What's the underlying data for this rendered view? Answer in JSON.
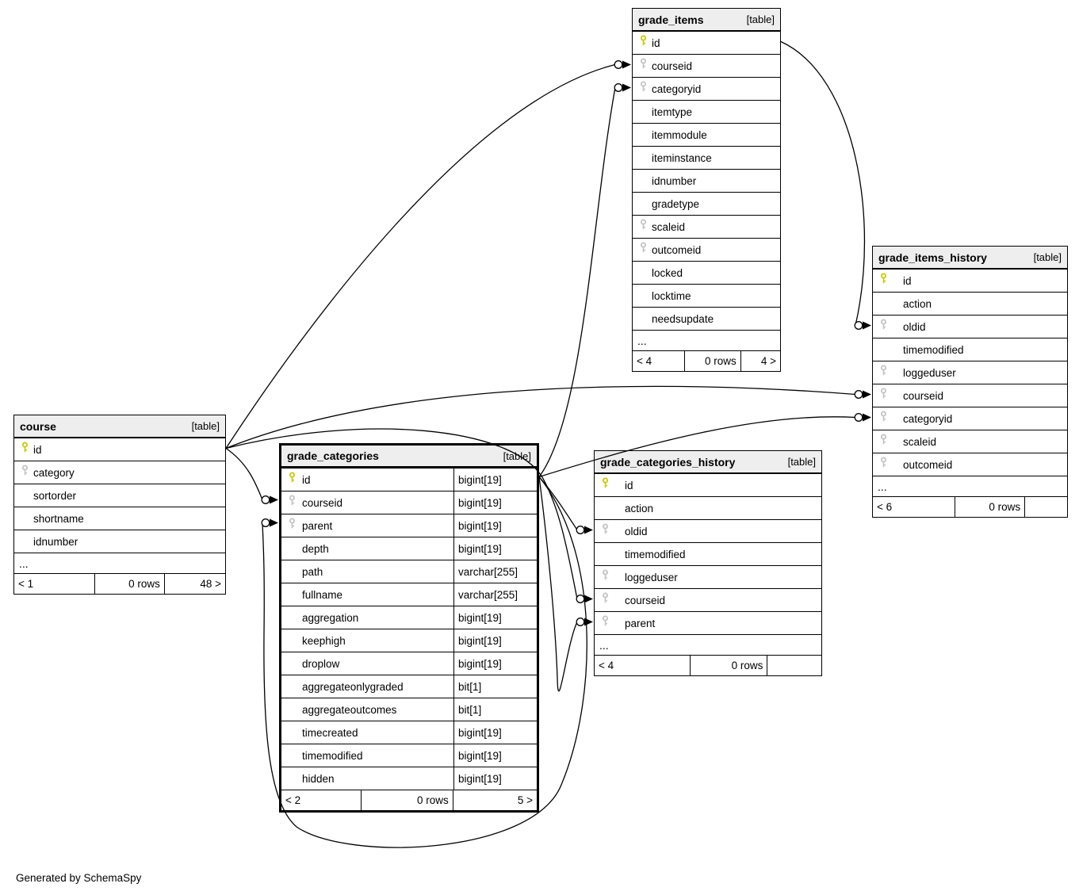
{
  "page": {
    "credit": "Generated by SchemaSpy"
  },
  "colors": {
    "primary_key": "#c8c800",
    "foreign_key": "#c3c3c3",
    "header_bg": "#eeeeee",
    "line": "#000000",
    "table_bg": "#ffffff"
  },
  "tables": [
    {
      "id": "grade_items",
      "title": "grade_items",
      "badge": "[table]",
      "emphasized": false,
      "ellipsis": "...",
      "columns": [
        {
          "name": "id",
          "key": "primary"
        },
        {
          "name": "courseid",
          "key": "foreign"
        },
        {
          "name": "categoryid",
          "key": "foreign"
        },
        {
          "name": "itemtype",
          "key": "none"
        },
        {
          "name": "itemmodule",
          "key": "none"
        },
        {
          "name": "iteminstance",
          "key": "none"
        },
        {
          "name": "idnumber",
          "key": "none"
        },
        {
          "name": "gradetype",
          "key": "none"
        },
        {
          "name": "scaleid",
          "key": "foreign"
        },
        {
          "name": "outcomeid",
          "key": "foreign"
        },
        {
          "name": "locked",
          "key": "none"
        },
        {
          "name": "locktime",
          "key": "none"
        },
        {
          "name": "needsupdate",
          "key": "none"
        }
      ],
      "pager": {
        "prev": "< 4",
        "rows": "0 rows",
        "next": "4 >"
      }
    },
    {
      "id": "grade_items_history",
      "title": "grade_items_history",
      "badge": "[table]",
      "emphasized": false,
      "ellipsis": "...",
      "columns": [
        {
          "name": "id",
          "key": "primary"
        },
        {
          "name": "action",
          "key": "none"
        },
        {
          "name": "oldid",
          "key": "foreign"
        },
        {
          "name": "timemodified",
          "key": "none"
        },
        {
          "name": "loggeduser",
          "key": "foreign"
        },
        {
          "name": "courseid",
          "key": "foreign"
        },
        {
          "name": "categoryid",
          "key": "foreign"
        },
        {
          "name": "scaleid",
          "key": "foreign"
        },
        {
          "name": "outcomeid",
          "key": "foreign"
        }
      ],
      "pager": {
        "prev": "< 6",
        "rows": "0 rows",
        "next": ""
      }
    },
    {
      "id": "course",
      "title": "course",
      "badge": "[table]",
      "emphasized": false,
      "ellipsis": "...",
      "columns": [
        {
          "name": "id",
          "key": "primary"
        },
        {
          "name": "category",
          "key": "foreign"
        },
        {
          "name": "sortorder",
          "key": "none"
        },
        {
          "name": "shortname",
          "key": "none"
        },
        {
          "name": "idnumber",
          "key": "none"
        }
      ],
      "pager": {
        "prev": "< 1",
        "rows": "0 rows",
        "next": "48 >"
      }
    },
    {
      "id": "grade_categories",
      "title": "grade_categories",
      "badge": "[table]",
      "emphasized": true,
      "ellipsis": null,
      "columns": [
        {
          "name": "id",
          "type": "bigint[19]",
          "key": "primary"
        },
        {
          "name": "courseid",
          "type": "bigint[19]",
          "key": "foreign"
        },
        {
          "name": "parent",
          "type": "bigint[19]",
          "key": "foreign"
        },
        {
          "name": "depth",
          "type": "bigint[19]",
          "key": "none"
        },
        {
          "name": "path",
          "type": "varchar[255]",
          "key": "none"
        },
        {
          "name": "fullname",
          "type": "varchar[255]",
          "key": "none"
        },
        {
          "name": "aggregation",
          "type": "bigint[19]",
          "key": "none"
        },
        {
          "name": "keephigh",
          "type": "bigint[19]",
          "key": "none"
        },
        {
          "name": "droplow",
          "type": "bigint[19]",
          "key": "none"
        },
        {
          "name": "aggregateonlygraded",
          "type": "bit[1]",
          "key": "none"
        },
        {
          "name": "aggregateoutcomes",
          "type": "bit[1]",
          "key": "none"
        },
        {
          "name": "timecreated",
          "type": "bigint[19]",
          "key": "none"
        },
        {
          "name": "timemodified",
          "type": "bigint[19]",
          "key": "none"
        },
        {
          "name": "hidden",
          "type": "bigint[19]",
          "key": "none"
        }
      ],
      "pager": {
        "prev": "< 2",
        "rows": "0 rows",
        "next": "5 >"
      }
    },
    {
      "id": "grade_categories_history",
      "title": "grade_categories_history",
      "badge": "[table]",
      "emphasized": false,
      "ellipsis": "...",
      "columns": [
        {
          "name": "id",
          "key": "primary"
        },
        {
          "name": "action",
          "key": "none"
        },
        {
          "name": "oldid",
          "key": "foreign"
        },
        {
          "name": "timemodified",
          "key": "none"
        },
        {
          "name": "loggeduser",
          "key": "foreign"
        },
        {
          "name": "courseid",
          "key": "foreign"
        },
        {
          "name": "parent",
          "key": "foreign"
        }
      ],
      "pager": {
        "prev": "< 4",
        "rows": "0 rows",
        "next": ""
      }
    }
  ],
  "relationships": [
    {
      "from": "course.id",
      "to": "grade_items.courseid"
    },
    {
      "from": "grade_categories.id",
      "to": "grade_items.categoryid"
    },
    {
      "from": "grade_items.id",
      "to": "grade_items_history.oldid"
    },
    {
      "from": "course.id",
      "to": "grade_items_history.courseid"
    },
    {
      "from": "grade_categories.id",
      "to": "grade_items_history.categoryid"
    },
    {
      "from": "course.id",
      "to": "grade_categories.courseid"
    },
    {
      "from": "grade_categories.id",
      "to": "grade_categories.parent"
    },
    {
      "from": "grade_categories.id",
      "to": "grade_categories_history.oldid"
    },
    {
      "from": "course.id",
      "to": "grade_categories_history.courseid"
    },
    {
      "from": "grade_categories.id",
      "to": "grade_categories_history.parent"
    }
  ]
}
